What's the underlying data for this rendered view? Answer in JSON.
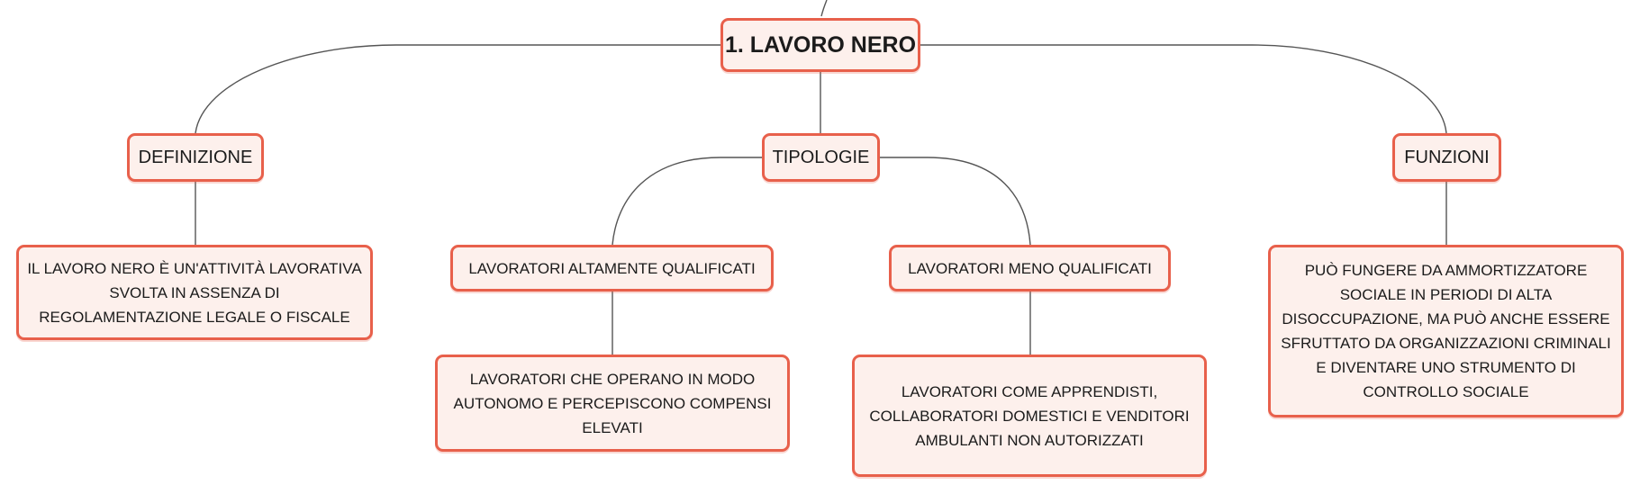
{
  "colors": {
    "node_border": "#e8604b",
    "node_fill": "#fdf0ec",
    "connector": "#555555",
    "text": "#1b1b1b"
  },
  "map": {
    "root": "1. LAVORO NERO",
    "definizione": {
      "label": "DEFINIZIONE",
      "text": "IL LAVORO NERO È UN'ATTIVITÀ LAVORATIVA SVOLTA IN ASSENZA DI REGOLAMENTAZIONE LEGALE O FISCALE"
    },
    "tipologie": {
      "label": "TIPOLOGIE",
      "altamente": {
        "label": "LAVORATORI ALTAMENTE QUALIFICATI",
        "text": "LAVORATORI CHE OPERANO IN MODO AUTONOMO E PERCEPISCONO COMPENSI ELEVATI"
      },
      "meno": {
        "label": "LAVORATORI MENO QUALIFICATI",
        "text": "LAVORATORI COME APPRENDISTI, COLLABORATORI DOMESTICI E VENDITORI AMBULANTI NON AUTORIZZATI"
      }
    },
    "funzioni": {
      "label": "FUNZIONI",
      "text": "PUÒ FUNGERE DA AMMORTIZZATORE SOCIALE IN PERIODI DI ALTA DISOCCUPAZIONE, MA PUÒ ANCHE ESSERE SFRUTTATO DA ORGANIZZAZIONI CRIMINALI E DIVENTARE UNO STRUMENTO DI CONTROLLO SOCIALE"
    }
  }
}
